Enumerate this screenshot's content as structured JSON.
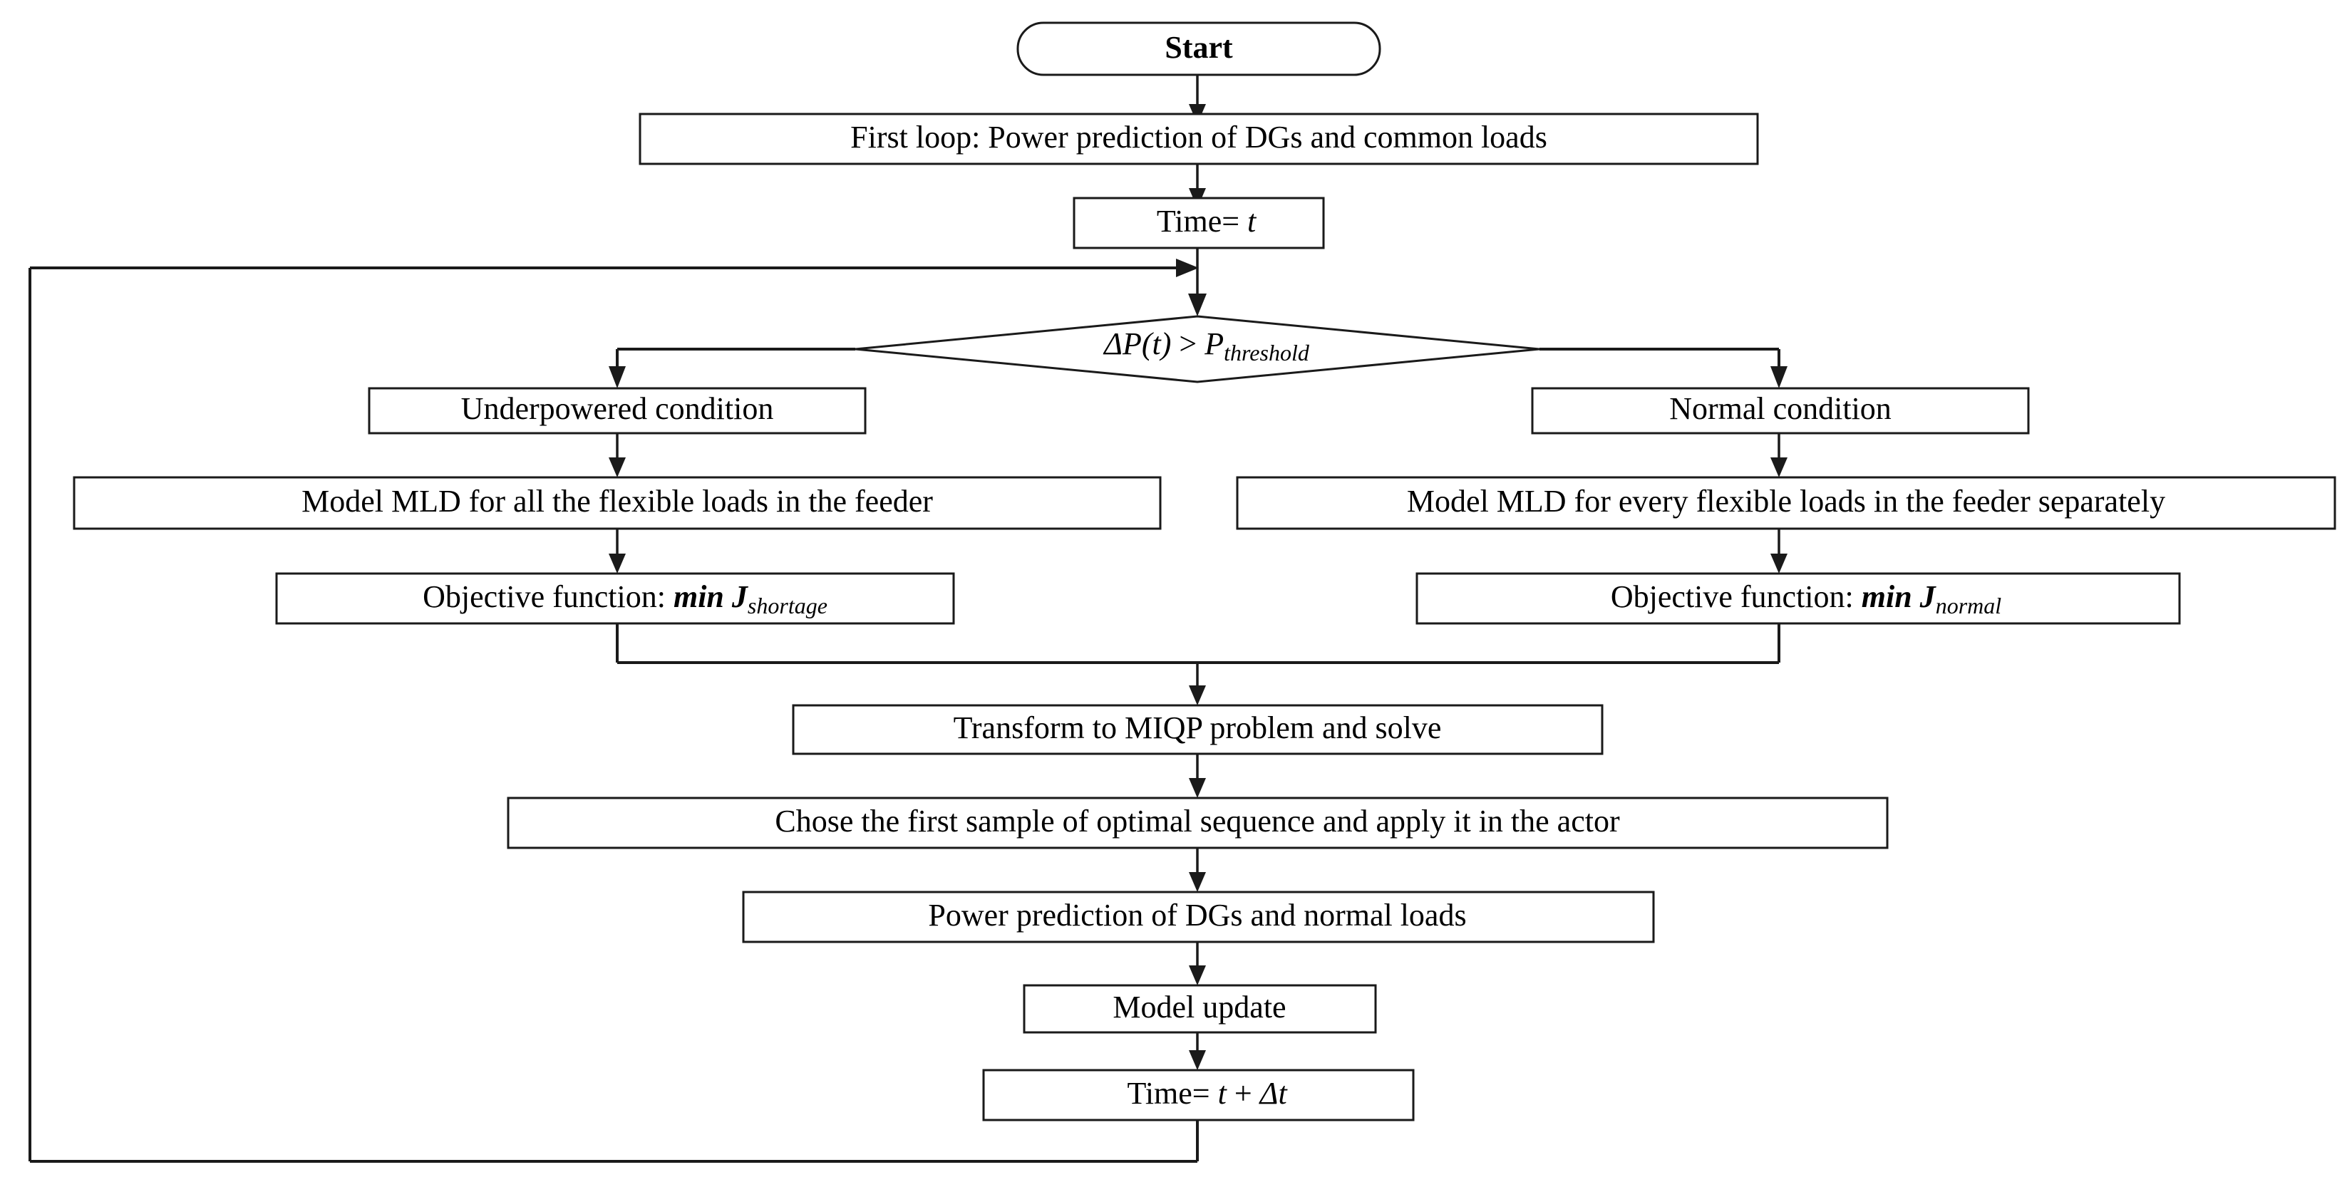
{
  "diagram": {
    "title": "MPC flowchart for flexible load scheduling",
    "background_color": "#ffffff",
    "line_color": "#1a1a1a",
    "text_color": "#000000"
  },
  "nodes": {
    "start": {
      "label": "Start",
      "shape": "rounded-rectangle"
    },
    "first_loop": {
      "label": "First loop: Power prediction of DGs and common loads",
      "shape": "rectangle"
    },
    "time_init": {
      "prefix": "Time= ",
      "var": "t",
      "shape": "rectangle"
    },
    "decision": {
      "lhs": "ΔP(t)",
      "op": " > ",
      "rhs_base": "P",
      "rhs_sub": "threshold",
      "shape": "diamond"
    },
    "underpowered": {
      "label": "Underpowered condition",
      "shape": "rectangle"
    },
    "normal": {
      "label": "Normal condition",
      "shape": "rectangle"
    },
    "mld_all": {
      "label": "Model MLD for all the flexible loads in the feeder",
      "shape": "rectangle"
    },
    "mld_every": {
      "label": "Model MLD for every flexible loads in the feeder separately",
      "shape": "rectangle"
    },
    "obj_shortage": {
      "prefix": "Objective function: ",
      "func": "min J",
      "sub": "shortage",
      "shape": "rectangle"
    },
    "obj_normal": {
      "prefix": "Objective function: ",
      "func": "min J",
      "sub": "normal",
      "shape": "rectangle"
    },
    "miqp": {
      "label": "Transform to MIQP problem and solve",
      "shape": "rectangle"
    },
    "chose_sample": {
      "label": "Chose the first sample of optimal sequence and apply it in the actor",
      "shape": "rectangle"
    },
    "power_prediction": {
      "label": "Power prediction of DGs and normal loads",
      "shape": "rectangle"
    },
    "model_update": {
      "label": "Model update",
      "shape": "rectangle"
    },
    "time_advance": {
      "prefix": "Time= ",
      "var": "t",
      "plus": " + ",
      "delta": "Δt",
      "shape": "rectangle"
    }
  },
  "edges": [
    {
      "from": "start",
      "to": "first_loop",
      "type": "straight-down-arrow"
    },
    {
      "from": "first_loop",
      "to": "time_init",
      "type": "straight-down-arrow"
    },
    {
      "from": "time_init",
      "to": "decision",
      "type": "straight-down-arrow"
    },
    {
      "from": "decision",
      "to": "underpowered",
      "type": "left-branch-arrow"
    },
    {
      "from": "decision",
      "to": "normal",
      "type": "right-branch-arrow"
    },
    {
      "from": "underpowered",
      "to": "mld_all",
      "type": "straight-down-arrow"
    },
    {
      "from": "normal",
      "to": "mld_every",
      "type": "straight-down-arrow"
    },
    {
      "from": "mld_all",
      "to": "obj_shortage",
      "type": "straight-down-arrow"
    },
    {
      "from": "mld_every",
      "to": "obj_normal",
      "type": "straight-down-arrow"
    },
    {
      "from": "obj_shortage",
      "to": "miqp",
      "type": "merge-down-arrow"
    },
    {
      "from": "obj_normal",
      "to": "miqp",
      "type": "merge-down-arrow"
    },
    {
      "from": "miqp",
      "to": "chose_sample",
      "type": "straight-down-arrow"
    },
    {
      "from": "chose_sample",
      "to": "power_prediction",
      "type": "straight-down-arrow"
    },
    {
      "from": "power_prediction",
      "to": "model_update",
      "type": "straight-down-arrow"
    },
    {
      "from": "model_update",
      "to": "time_advance",
      "type": "straight-down-arrow"
    },
    {
      "from": "time_advance",
      "to": "decision",
      "type": "feedback-loop-left-arrow"
    }
  ]
}
